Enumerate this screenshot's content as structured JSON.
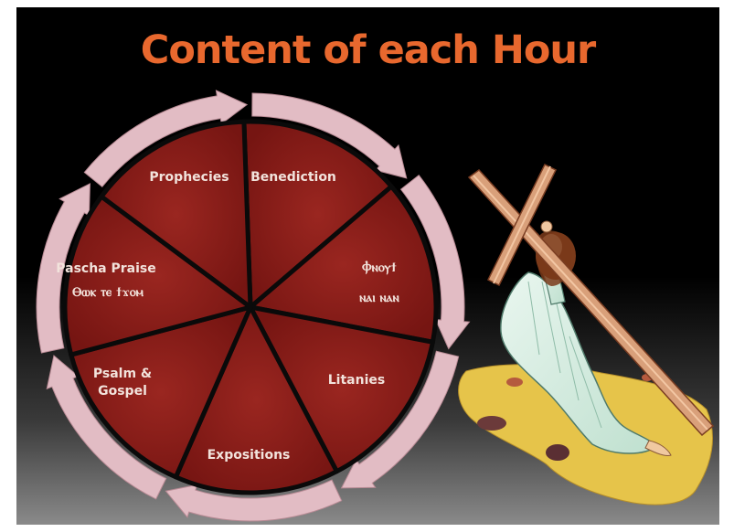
{
  "slide": {
    "title": "Content of each Hour"
  },
  "cycle": {
    "segment_color": "#8b1f1a",
    "arrow_color": "#e2bcc4",
    "segments": [
      {
        "label": "Benediction"
      },
      {
        "label": "Ⲫⲛⲟⲩϯ",
        "label2": "ⲛⲁⲓ ⲛⲁⲛ"
      },
      {
        "label": "Litanies"
      },
      {
        "label": "Expositions"
      },
      {
        "label": "Psalm &",
        "label2": "Gospel"
      },
      {
        "label": "Pascha Praise",
        "label2": "Ⲑⲱⲕ ⲧⲉ ϯϫⲟⲙ"
      },
      {
        "label": "Prophecies"
      }
    ]
  },
  "illustration": {
    "icon": "jesus-carrying-cross-icon"
  }
}
